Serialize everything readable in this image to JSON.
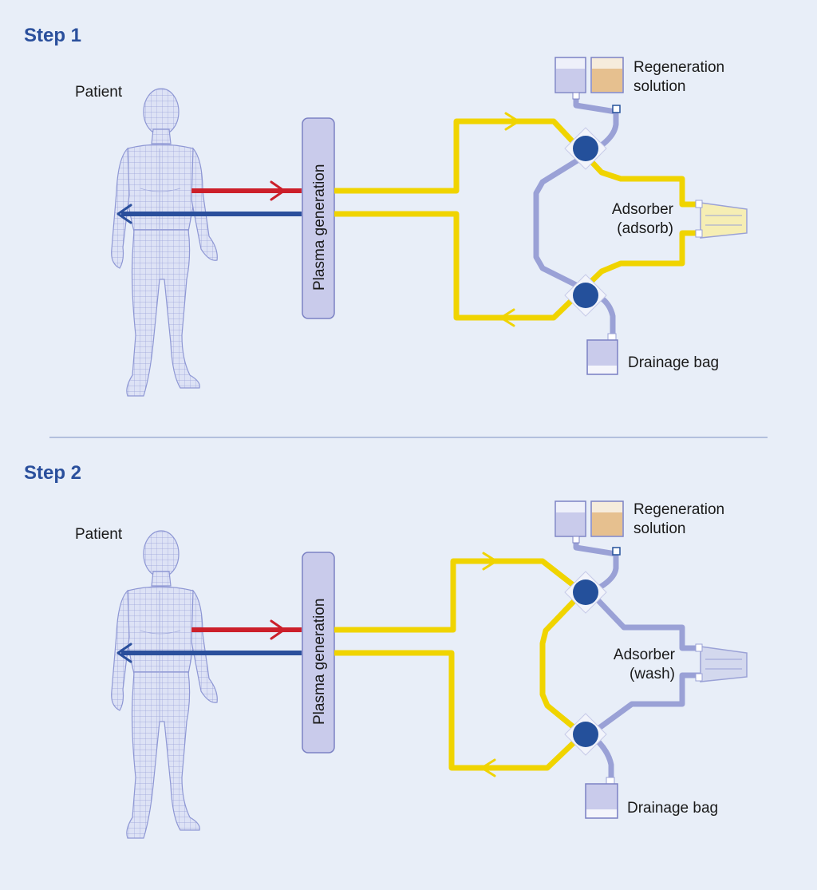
{
  "colors": {
    "background": "#e8eef8",
    "step_title": "#2a4f9c",
    "arterial_line": "#cc1f2a",
    "venous_line": "#2a4f9c",
    "plasma_line": "#f0d400",
    "regeneration_line": "#9aa1d6",
    "valve": "#24509b",
    "plasma_generation_box": "#c9cbeb",
    "regeneration_solution_fill": "#e6c08f"
  },
  "divider": true,
  "steps": [
    {
      "title": "Step 1",
      "patient_label": "Patient",
      "plasma_generation_label": "Plasma generation",
      "regeneration_label_line1": "Regeneration",
      "regeneration_label_line2": "solution",
      "adsorber_label_line1": "Adsorber",
      "adsorber_label_line2": "(adsorb)",
      "drainage_label": "Drainage bag",
      "adsorber_fill": "#f6eeb4",
      "mode": "adsorb"
    },
    {
      "title": "Step 2",
      "patient_label": "Patient",
      "plasma_generation_label": "Plasma generation",
      "regeneration_label_line1": "Regeneration",
      "regeneration_label_line2": "solution",
      "adsorber_label_line1": "Adsorber",
      "adsorber_label_line2": "(wash)",
      "drainage_label": "Drainage bag",
      "adsorber_fill": "#d3d8ee",
      "mode": "wash"
    }
  ]
}
